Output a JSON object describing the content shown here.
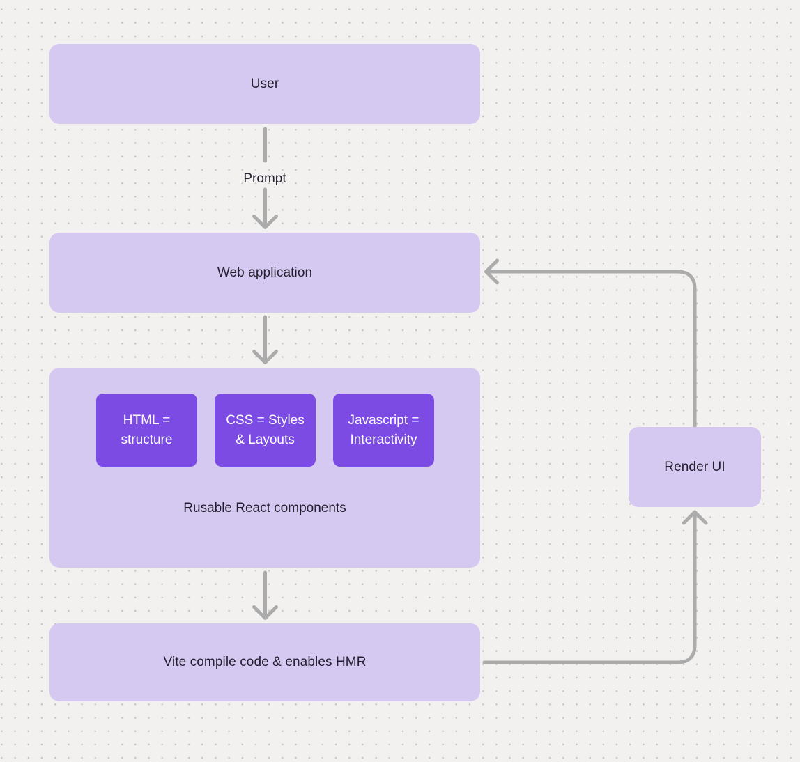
{
  "diagram": {
    "nodes": {
      "user": {
        "label": "User"
      },
      "web_application": {
        "label": "Web application"
      },
      "components_group": {
        "label": "Rusable React components",
        "children": {
          "html": {
            "label": "HTML = structure"
          },
          "css": {
            "label": "CSS = Styles & Layouts"
          },
          "javascript": {
            "label": "Javascript = Interactivity"
          }
        }
      },
      "vite": {
        "label": "Vite compile code & enables HMR"
      },
      "render_ui": {
        "label": "Render UI"
      }
    },
    "edge_labels": {
      "user_to_web": "Prompt"
    },
    "colors": {
      "background": "#f2f1ef",
      "dot": "#c7c4c1",
      "node_fill": "#d5c8f1",
      "child_node_fill": "#7c4be4",
      "child_node_text": "#ffffff",
      "arrow": "#ababab",
      "text": "#221f2e"
    }
  }
}
